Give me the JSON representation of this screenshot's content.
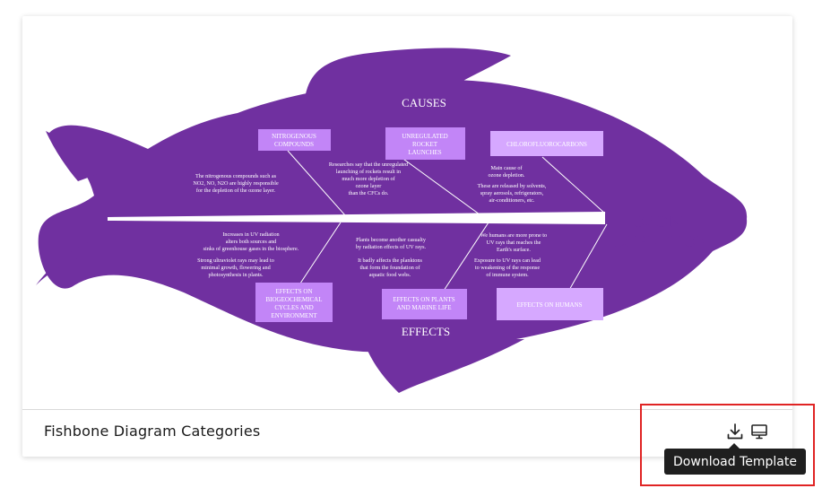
{
  "card": {
    "title": "Fishbone Diagram Categories",
    "tooltip": "Download Template",
    "icons": {
      "download": "download-icon",
      "present": "monitor-icon"
    }
  },
  "diagram": {
    "colors": {
      "fish": "#7030a0",
      "box": "#c285f7",
      "box_light": "#d6a8ff",
      "spine": "#ffffff",
      "title": "#7030a0"
    },
    "heading_causes": "CAUSES",
    "heading_effects": "EFFECTS",
    "head_title_1": "OZONE",
    "head_title_2": "DEPLETION",
    "causes": [
      {
        "label_1": "NITROGENOUS",
        "label_2": "COMPOUNDS",
        "note_1": "The nitrogenous compounds such as",
        "note_2": "NO2, NO, N2O are highly responsible",
        "note_3": "for the depletion of the ozone layer."
      },
      {
        "label_1": "UNREGULATED",
        "label_2": "ROCKET",
        "label_3": "LAUNCHES",
        "note_1": "Researches say that the unregulated",
        "note_2": "launching of rockets result in",
        "note_3": "much more depletion of",
        "note_4": "ozone layer",
        "note_5": "than the CFCs do."
      },
      {
        "label_1": "CHLOROFLUOROCARBONS",
        "note_1": "Main cause of",
        "note_2": "ozone depletion.",
        "note_3": "These are released by solvents,",
        "note_4": "spray aerosols, refrigerators,",
        "note_5": "air-conditioners, etc."
      }
    ],
    "effects": [
      {
        "label_1": "EFFECTS ON",
        "label_2": "BIOGEOCHEMICAL",
        "label_3": "CYCLES AND",
        "label_4": "ENVIRONMENT",
        "note_1": "Increases in UV radiation",
        "note_2": "alters both sources and",
        "note_3": "sinks of greenhouse gases in the biosphere.",
        "note_4": "Strong ultraviolet rays may lead to",
        "note_5": "minimal growth, flowering and",
        "note_6": "photosynthesis in plants."
      },
      {
        "label_1": "EFFECTS ON PLANTS",
        "label_2": "AND MARINE LIFE",
        "note_1": "Plants become another casualty",
        "note_2": "by radiation effects of UV rays.",
        "note_3": "It badly affects the planktons",
        "note_4": "that form the foundation of",
        "note_5": "aquatic food webs."
      },
      {
        "label_1": "EFFECTS ON HUMANS",
        "note_1": "We humans are more prone to",
        "note_2": "UV rays that reaches the",
        "note_3": "Earth's surface.",
        "note_4": "Exposure to UV rays can lead",
        "note_5": "to weakening of the response",
        "note_6": "of immune system."
      }
    ]
  }
}
